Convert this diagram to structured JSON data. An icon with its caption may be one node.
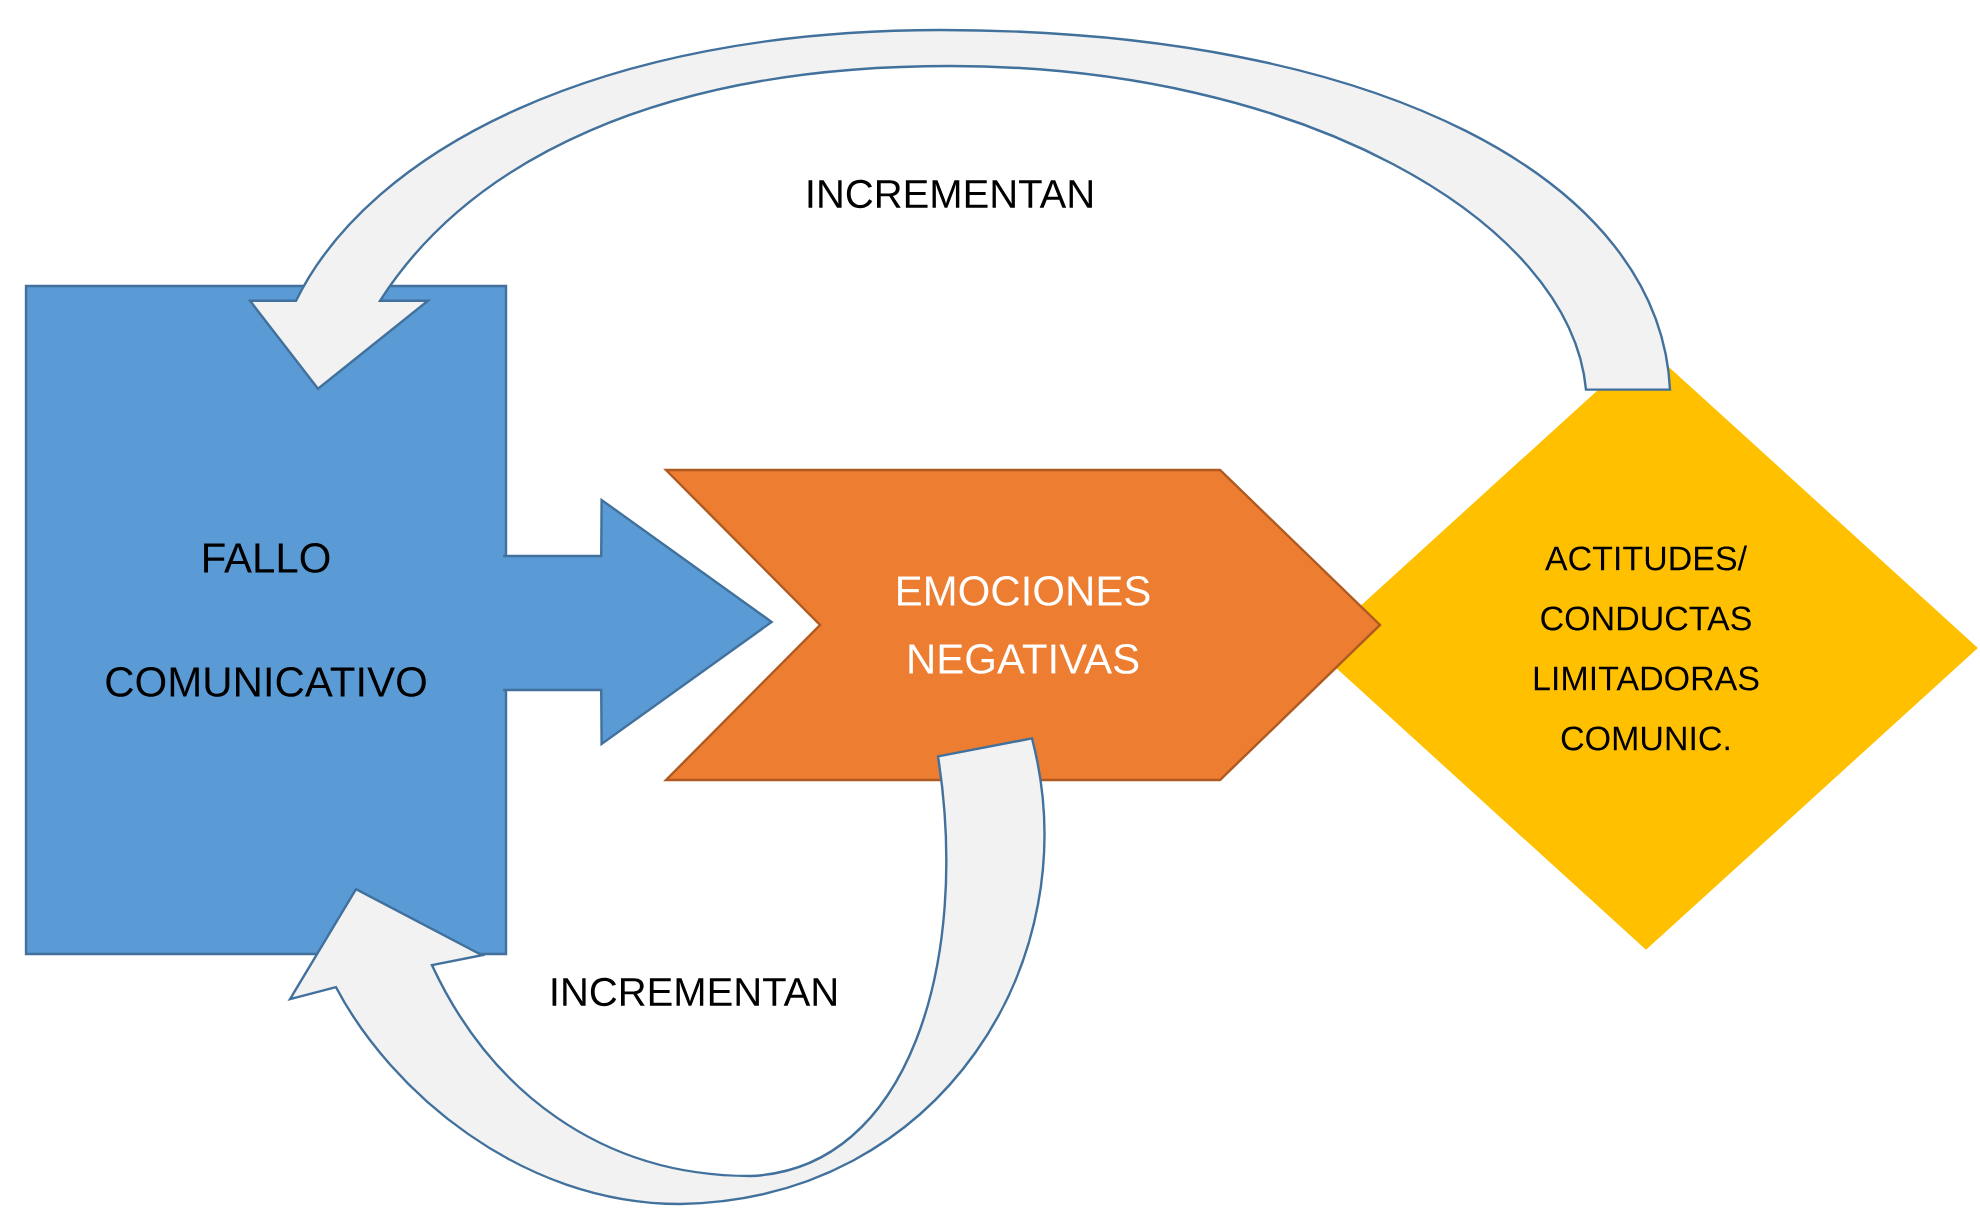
{
  "diagram": {
    "nodes": [
      {
        "text": [
          "FALLO COMUNICATIVO"
        ]
      },
      {
        "text": [
          "EMOCIONES NEGATIVAS"
        ]
      },
      {
        "text": [
          "ACTITUDES/ CONDUCTAS LIMITADORAS COMUNIC."
        ]
      }
    ],
    "edges": [
      {
        "from": 0,
        "to": 1,
        "arrow": "to"
      },
      {
        "from": 2,
        "to": 0,
        "arrow": "to",
        "label": "INCREMENTAN"
      },
      {
        "from": 1,
        "to": 0,
        "arrow": "to",
        "label": "INCREMENTAN"
      }
    ]
  }
}
